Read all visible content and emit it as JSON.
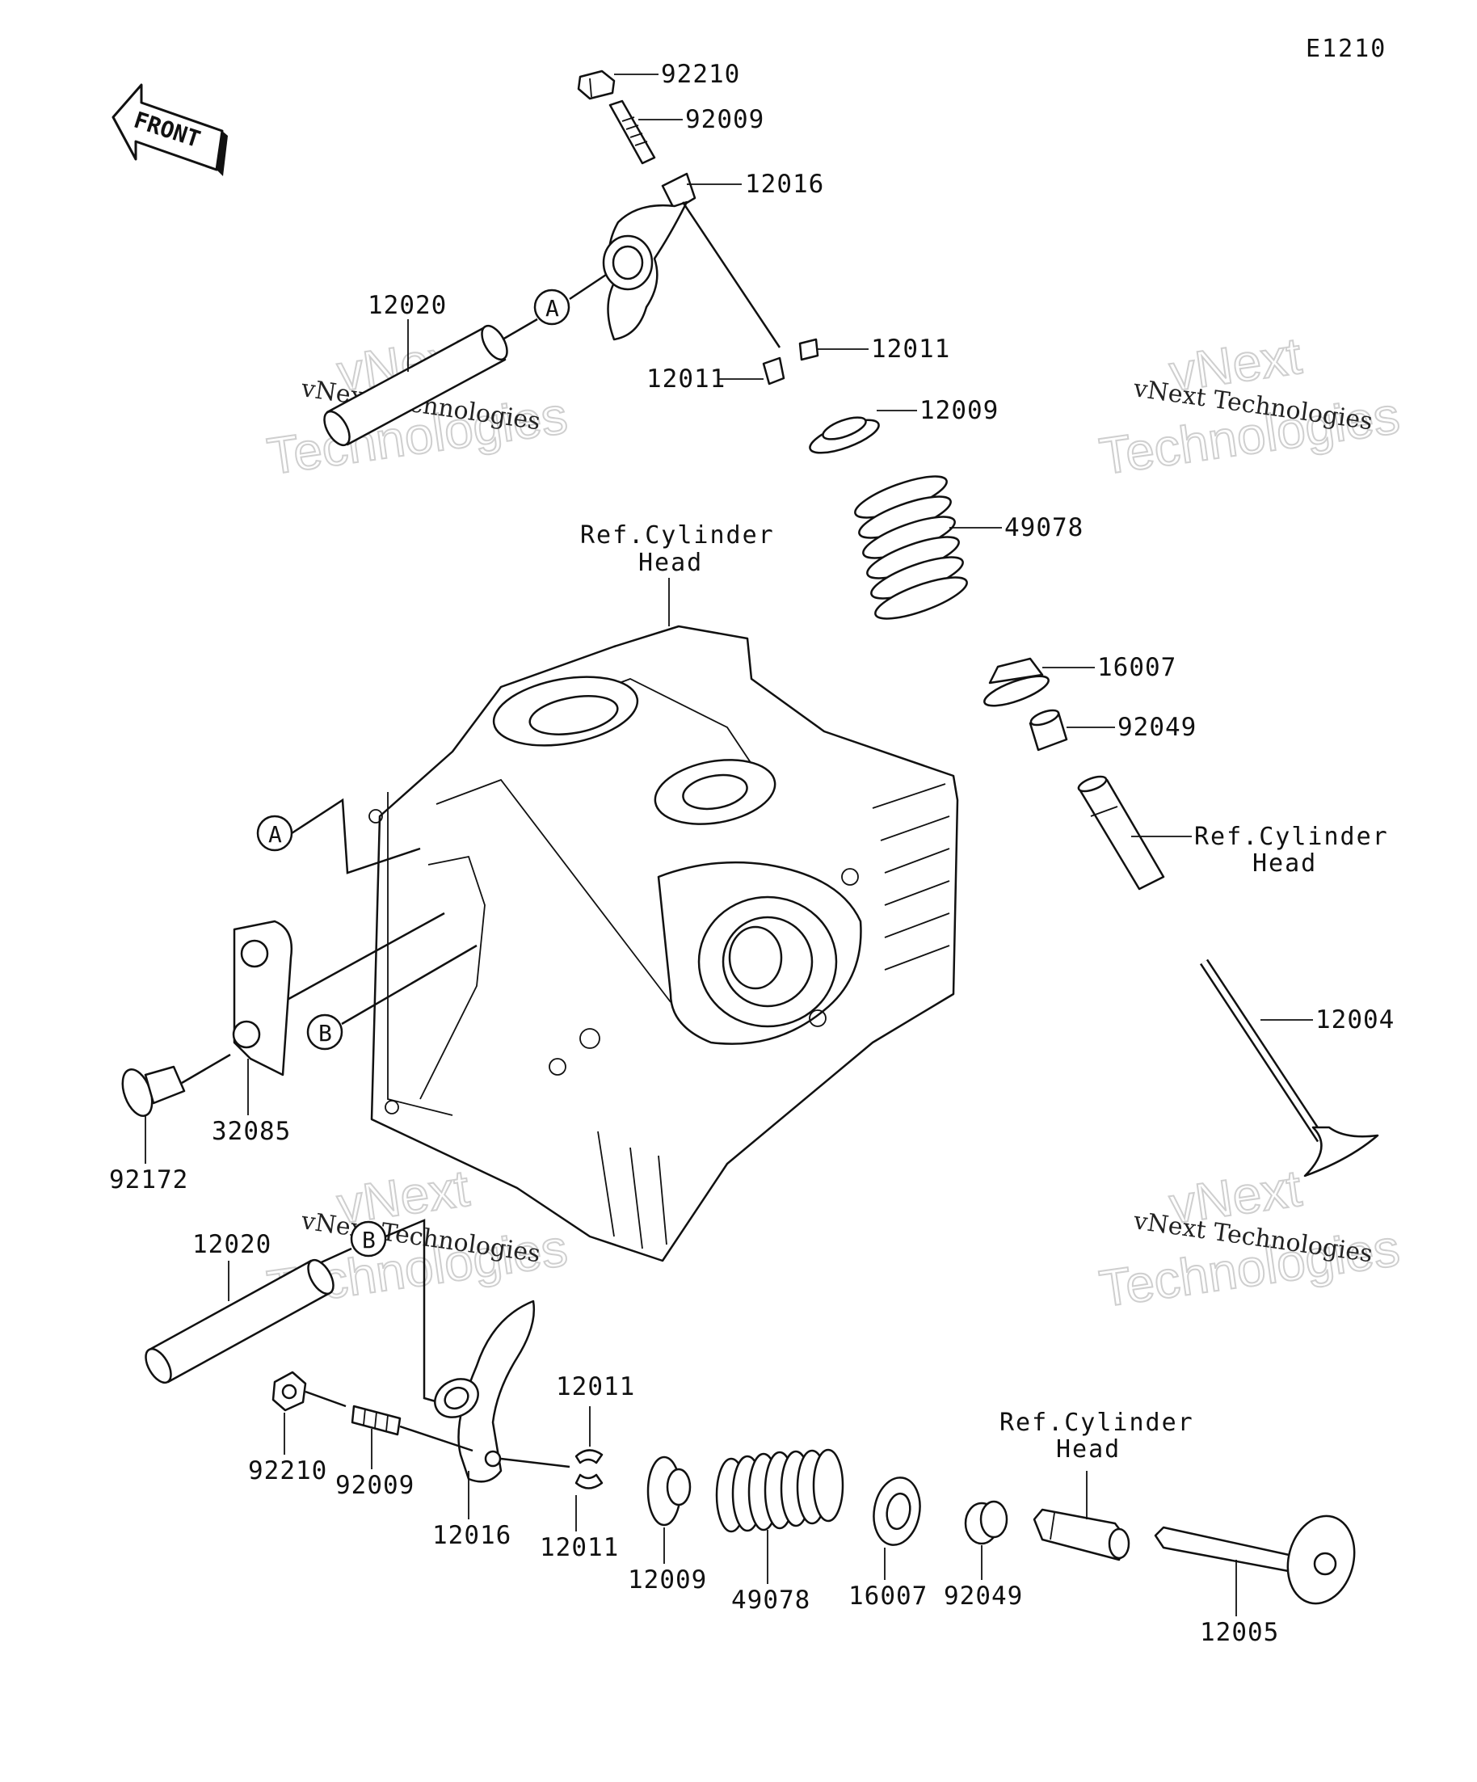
{
  "diagram_code": "E1210",
  "front_arrow_label": "FRONT",
  "reference_labels": {
    "ref_cylinder_head_top": [
      "Ref.Cylinder",
      "Head"
    ],
    "ref_cylinder_head_right": [
      "Ref.Cylinder",
      "Head"
    ],
    "ref_cylinder_head_bottom": [
      "Ref.Cylinder",
      "Head"
    ]
  },
  "callouts": {
    "circle_a": "A",
    "circle_b": "B"
  },
  "watermark": {
    "line1": "vNext Technologies",
    "line2a": "vNext",
    "line2b": "Technologies"
  },
  "upper_assembly": {
    "p92210": "92210",
    "p92009": "92009",
    "p12016": "12016",
    "p12020": "12020",
    "p12011_right": "12011",
    "p12011_left": "12011",
    "p12009": "12009",
    "p49078": "49078",
    "p16007": "16007",
    "p92049": "92049",
    "p12004": "12004"
  },
  "left_parts": {
    "p32085": "32085",
    "p92172": "92172"
  },
  "lower_assembly": {
    "p12020": "12020",
    "p92210": "92210",
    "p92009": "92009",
    "p12016": "12016",
    "p12011_top": "12011",
    "p12011_bottom": "12011",
    "p12009": "12009",
    "p49078": "49078",
    "p16007": "16007",
    "p92049": "92049",
    "p12005": "12005"
  }
}
